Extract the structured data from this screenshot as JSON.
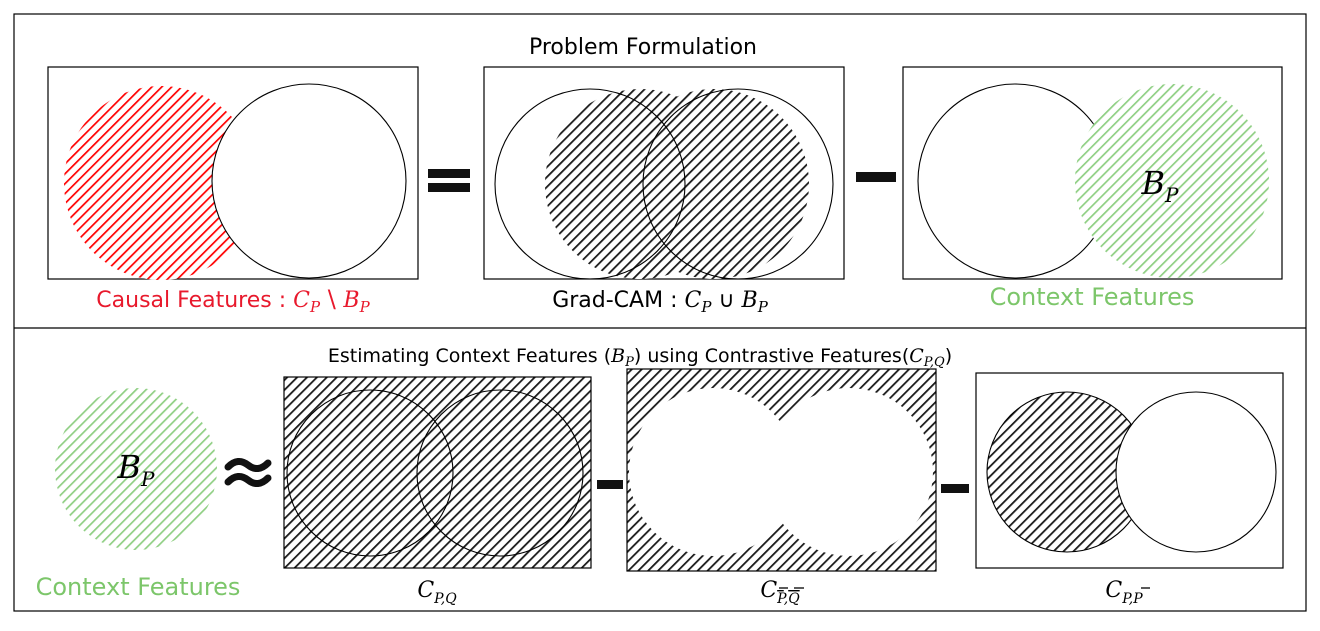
{
  "colors": {
    "hatch_dark": "#1a1a1a",
    "hatch_red": "#ff0000",
    "hatch_green": "#8fcf83",
    "label_red": "#e8192c",
    "label_green": "#7cc66a",
    "frame": "#000000"
  },
  "top_section": {
    "title": "Problem Formulation",
    "causal": {
      "label_prefix": "Causal Features : ",
      "math_c": "C",
      "math_c_sub": "P",
      "setminus": " \\ ",
      "math_b": "B",
      "math_b_sub": "P"
    },
    "equals_symbol": "=",
    "gradcam": {
      "label_prefix": "Grad-CAM : ",
      "math_c": "C",
      "math_c_sub": "P",
      "union": " ∪ ",
      "math_b": "B",
      "math_b_sub": "P"
    },
    "minus_symbol": "−",
    "context": {
      "label": "Context Features",
      "circle_math": "B",
      "circle_math_sub": "P"
    }
  },
  "bottom_section": {
    "title_part1": "Estimating Context Features (",
    "title_math1": "B",
    "title_math1_sub": "P",
    "title_part2": ") using Contrastive Features(",
    "title_math2": "C",
    "title_math2_sub": "P,Q",
    "title_part3": ")",
    "context": {
      "label": "Context Features",
      "circle_math": "B",
      "circle_math_sub": "P"
    },
    "approx_symbol": "≈",
    "panel1": {
      "math": "C",
      "sub": "P,Q"
    },
    "minus1": "−",
    "panel2": {
      "math": "C",
      "sub_a": "P",
      "sub_sep": ",",
      "sub_b": "Q"
    },
    "minus2": "−",
    "panel3": {
      "math": "C",
      "sub_a": "P",
      "sub_sep": ",",
      "sub_b": "P"
    }
  }
}
